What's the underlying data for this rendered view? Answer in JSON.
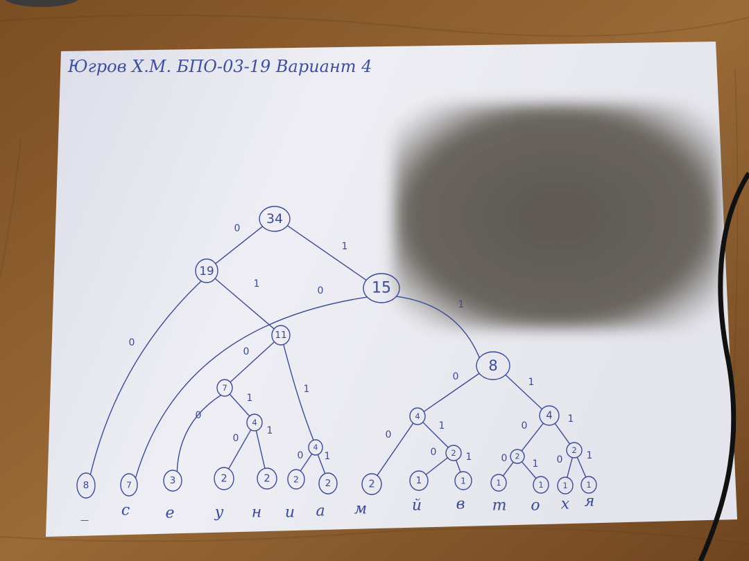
{
  "header": {
    "text": "Югров Х.М. БПО-03-19 Вариант 4"
  },
  "tree": {
    "nodes": [
      {
        "id": "root",
        "label": "34"
      },
      {
        "id": "n19",
        "label": "19"
      },
      {
        "id": "n15",
        "label": "15"
      },
      {
        "id": "n11",
        "label": "11"
      },
      {
        "id": "n8",
        "label": "8"
      },
      {
        "id": "n7",
        "label": "7"
      },
      {
        "id": "n4a",
        "label": "4"
      },
      {
        "id": "n4b",
        "label": "4"
      },
      {
        "id": "n4c",
        "label": "4"
      },
      {
        "id": "n4d",
        "label": "4"
      },
      {
        "id": "n2a",
        "label": "2"
      },
      {
        "id": "n2b",
        "label": "2"
      },
      {
        "id": "n2c",
        "label": "2"
      }
    ],
    "leaves": [
      {
        "id": "L1",
        "count": "8",
        "letter": "_"
      },
      {
        "id": "L2",
        "count": "7",
        "letter": "с"
      },
      {
        "id": "L3",
        "count": "3",
        "letter": "е"
      },
      {
        "id": "L4",
        "count": "2",
        "letter": "у"
      },
      {
        "id": "L5",
        "count": "2",
        "letter": "н"
      },
      {
        "id": "L6",
        "count": "2",
        "letter": "и"
      },
      {
        "id": "L7",
        "count": "2",
        "letter": "а"
      },
      {
        "id": "L8",
        "count": "2",
        "letter": "м"
      },
      {
        "id": "L9",
        "count": "1",
        "letter": "й"
      },
      {
        "id": "L10",
        "count": "1",
        "letter": "в"
      },
      {
        "id": "L11",
        "count": "1",
        "letter": "т"
      },
      {
        "id": "L12",
        "count": "1",
        "letter": "о"
      },
      {
        "id": "L13",
        "count": "1",
        "letter": "х"
      },
      {
        "id": "L14",
        "count": "1",
        "letter": "я"
      }
    ],
    "edges": [
      {
        "from": "root",
        "to": "n19",
        "bit": "0"
      },
      {
        "from": "root",
        "to": "n15",
        "bit": "1"
      },
      {
        "from": "n19",
        "to": "L1",
        "bit": "0"
      },
      {
        "from": "n19",
        "to": "n11",
        "bit": "1"
      },
      {
        "from": "n15",
        "to": "L2",
        "bit": "0"
      },
      {
        "from": "n15",
        "to": "n8",
        "bit": "1"
      },
      {
        "from": "n11",
        "to": "n7",
        "bit": "0"
      },
      {
        "from": "n11",
        "to": "n4b",
        "bit": "1"
      },
      {
        "from": "n7",
        "to": "L3",
        "bit": "0"
      },
      {
        "from": "n7",
        "to": "n4a",
        "bit": "1"
      },
      {
        "from": "n4a",
        "to": "L4",
        "bit": "0"
      },
      {
        "from": "n4a",
        "to": "L5",
        "bit": "1"
      },
      {
        "from": "n4b",
        "to": "L6",
        "bit": "0"
      },
      {
        "from": "n4b",
        "to": "L7",
        "bit": "1"
      },
      {
        "from": "n8",
        "to": "n4c",
        "bit": "0"
      },
      {
        "from": "n8",
        "to": "n4d",
        "bit": "1"
      },
      {
        "from": "n4c",
        "to": "L8",
        "bit": "0"
      },
      {
        "from": "n4c",
        "to": "n2a",
        "bit": "1"
      },
      {
        "from": "n2a",
        "to": "L9",
        "bit": "0"
      },
      {
        "from": "n2a",
        "to": "L10",
        "bit": "1"
      },
      {
        "from": "n4d",
        "to": "n2b",
        "bit": "0"
      },
      {
        "from": "n4d",
        "to": "n2c",
        "bit": "1"
      },
      {
        "from": "n2b",
        "to": "L11",
        "bit": "0"
      },
      {
        "from": "n2b",
        "to": "L12",
        "bit": "1"
      },
      {
        "from": "n2c",
        "to": "L13",
        "bit": "0"
      },
      {
        "from": "n2c",
        "to": "L14",
        "bit": "1"
      }
    ]
  },
  "colors": {
    "table_wood": "#8a5a2c",
    "paper": "#f2f2f6",
    "ink": "#3b4a96",
    "shadow": "#5e5850",
    "cable": "#111111"
  }
}
